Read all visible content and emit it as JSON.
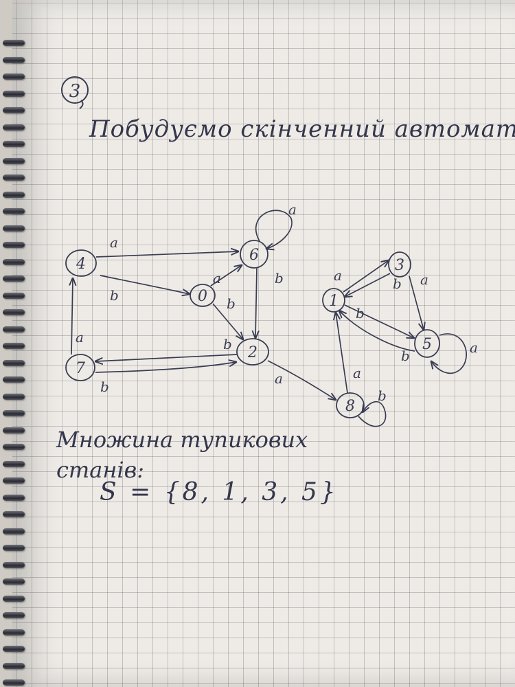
{
  "page": {
    "number": "3",
    "heading": "Побудуємо скінченний автомат",
    "dead_states_label": "Множина тупикових станів:",
    "dead_states_set": "S = {8, 1, 3, 5}"
  },
  "automaton": {
    "states": [
      "4",
      "6",
      "0",
      "2",
      "7",
      "3",
      "1",
      "5",
      "8"
    ],
    "transitions": [
      {
        "from": "6",
        "to": "6",
        "label": "a"
      },
      {
        "from": "4",
        "to": "6",
        "label": "a"
      },
      {
        "from": "4",
        "to": "0",
        "label": "b"
      },
      {
        "from": "0",
        "to": "6",
        "label": "a"
      },
      {
        "from": "0",
        "to": "2",
        "label": "b"
      },
      {
        "from": "6",
        "to": "2",
        "label": "b"
      },
      {
        "from": "2",
        "to": "7",
        "label": "b"
      },
      {
        "from": "7",
        "to": "2",
        "label": "b"
      },
      {
        "from": "7",
        "to": "4",
        "label": "a"
      },
      {
        "from": "2",
        "to": "8",
        "label": "a"
      },
      {
        "from": "8",
        "to": "1",
        "label": "a"
      },
      {
        "from": "8",
        "to": "8",
        "label": "b"
      },
      {
        "from": "1",
        "to": "3",
        "label": "a"
      },
      {
        "from": "3",
        "to": "1",
        "label": "b"
      },
      {
        "from": "3",
        "to": "5",
        "label": "a"
      },
      {
        "from": "1",
        "to": "5",
        "label": "b"
      },
      {
        "from": "5",
        "to": "1",
        "label": "b"
      },
      {
        "from": "5",
        "to": "5",
        "label": "a"
      }
    ]
  },
  "colors": {
    "ink": "#3a3c52",
    "paper": "#eeebe6",
    "grid": "#8f8b96"
  }
}
